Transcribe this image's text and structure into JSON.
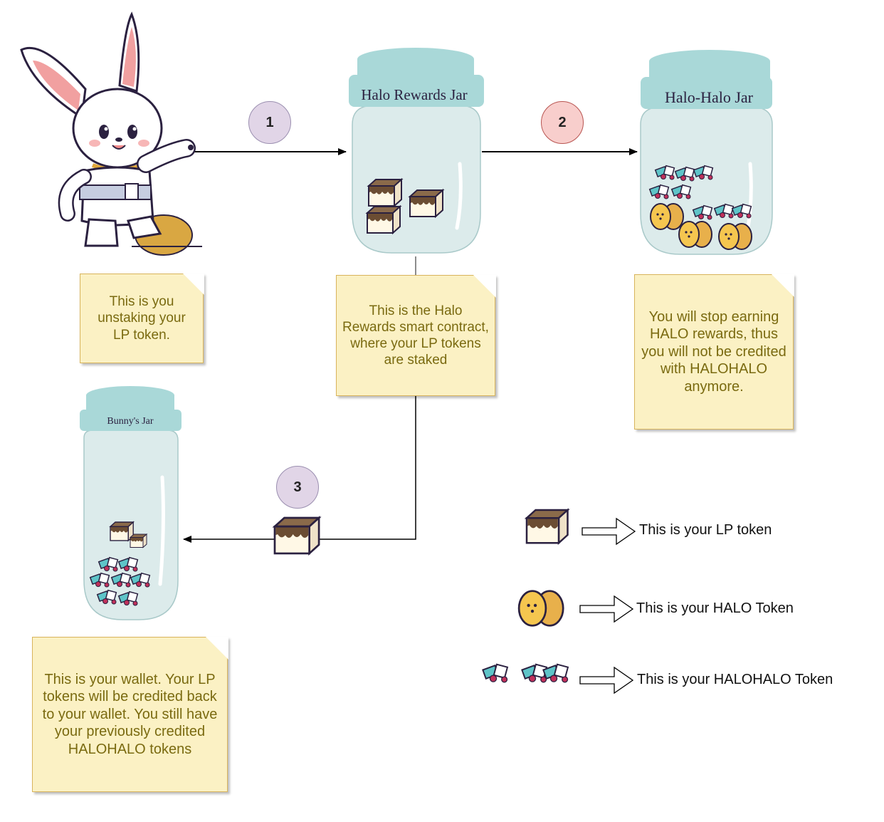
{
  "jars": {
    "rewards_label": "Halo Rewards Jar",
    "halohalo_label": "Halo-Halo Jar",
    "bunny_label": "Bunny's Jar"
  },
  "steps": {
    "step1": "1",
    "step2": "2",
    "step3": "3"
  },
  "notes": {
    "you": "This is you unstaking your LP token.",
    "contract": "This is the Halo Rewards smart contract, where your LP tokens are staked",
    "stop": "You will stop earning HALO rewards, thus you will not be credited with HALOHALO anymore.",
    "wallet": "This is your wallet. Your LP tokens will be credited back to your wallet. You still have your previously credited HALOHALO tokens"
  },
  "legend": {
    "lp": "This is your LP token",
    "halo": "This is your HALO Token",
    "halohalo": "This is your HALOHALO Token"
  },
  "colors": {
    "jar_lid": "#a9d8d8",
    "jar_glass": "#dcebeb",
    "note_fill": "#fbf1c4",
    "note_text": "#7a6a10",
    "step1_fill": "#e1d5e7",
    "step2_fill": "#f8cecc",
    "step3_fill": "#e1d5e7"
  }
}
